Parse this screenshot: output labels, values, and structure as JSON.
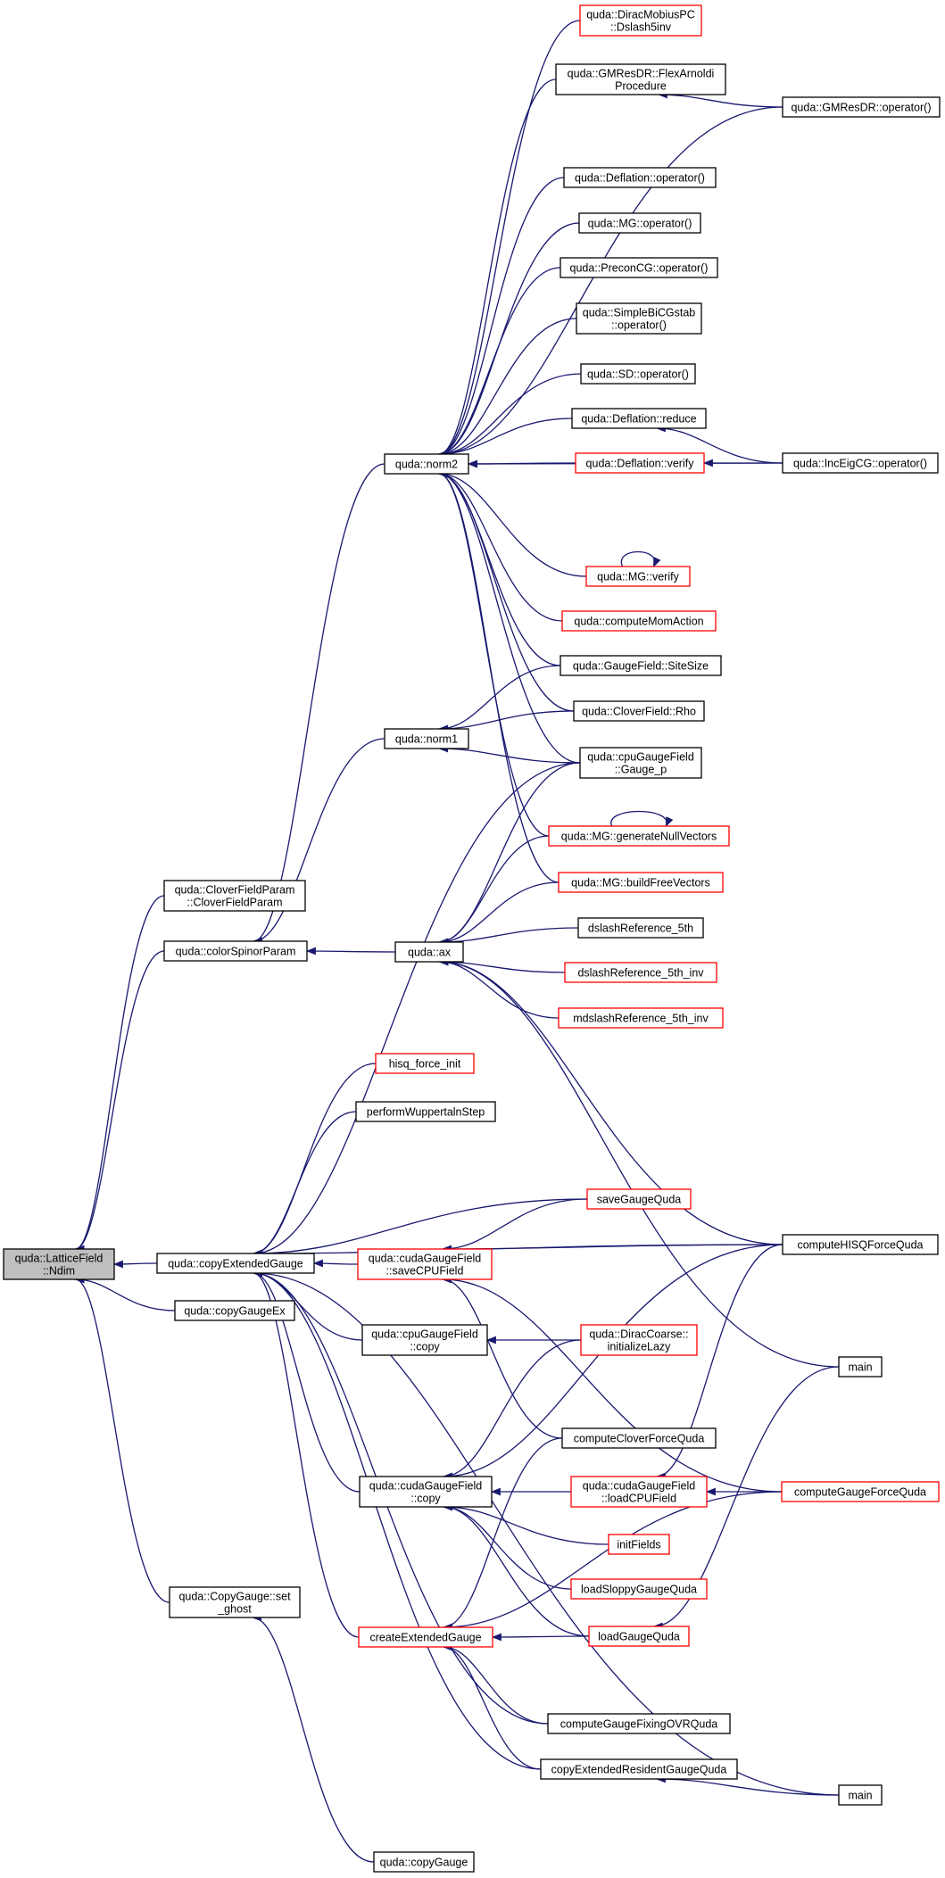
{
  "colors": {
    "edge": "#191970",
    "node_border": "#000000",
    "link_node_border": "#ff0000",
    "root_fill": "#bfbfbf",
    "node_fill": "#ffffff"
  },
  "nodes": [
    {
      "id": "root",
      "lines": [
        "quda::LatticeField",
        "::Ndim"
      ],
      "style": "root"
    },
    {
      "id": "copyExtendedGauge",
      "lines": [
        "quda::copyExtendedGauge"
      ],
      "style": "normal"
    },
    {
      "id": "copyGaugeEx",
      "lines": [
        "quda::copyGaugeEx"
      ],
      "style": "normal"
    },
    {
      "id": "cloverFieldParam",
      "lines": [
        "quda::CloverFieldParam",
        "::CloverFieldParam"
      ],
      "style": "normal"
    },
    {
      "id": "colorSpinorParam",
      "lines": [
        "quda::colorSpinorParam"
      ],
      "style": "normal"
    },
    {
      "id": "copyGaugeSetGhost",
      "lines": [
        "quda::CopyGauge::set",
        "_ghost"
      ],
      "style": "normal"
    },
    {
      "id": "copyGauge",
      "lines": [
        "quda::copyGauge"
      ],
      "style": "normal"
    },
    {
      "id": "norm2",
      "lines": [
        "quda::norm2"
      ],
      "style": "normal"
    },
    {
      "id": "norm1",
      "lines": [
        "quda::norm1"
      ],
      "style": "normal"
    },
    {
      "id": "ax",
      "lines": [
        "quda::ax"
      ],
      "style": "normal"
    },
    {
      "id": "diracMobiusDslash5inv",
      "lines": [
        "quda::DiracMobiusPC",
        "::Dslash5inv"
      ],
      "style": "link"
    },
    {
      "id": "gmresFlexArnoldi",
      "lines": [
        "quda::GMResDR::FlexArnoldi",
        "Procedure"
      ],
      "style": "normal"
    },
    {
      "id": "gmresOperator",
      "lines": [
        "quda::GMResDR::operator()"
      ],
      "style": "normal"
    },
    {
      "id": "deflationOperator",
      "lines": [
        "quda::Deflation::operator()"
      ],
      "style": "normal"
    },
    {
      "id": "mgOperator",
      "lines": [
        "quda::MG::operator()"
      ],
      "style": "normal"
    },
    {
      "id": "preconCGOperator",
      "lines": [
        "quda::PreconCG::operator()"
      ],
      "style": "normal"
    },
    {
      "id": "simpleBiCGstab",
      "lines": [
        "quda::SimpleBiCGstab",
        "::operator()"
      ],
      "style": "normal"
    },
    {
      "id": "sdOperator",
      "lines": [
        "quda::SD::operator()"
      ],
      "style": "normal"
    },
    {
      "id": "deflationReduce",
      "lines": [
        "quda::Deflation::reduce"
      ],
      "style": "normal"
    },
    {
      "id": "deflationVerify",
      "lines": [
        "quda::Deflation::verify"
      ],
      "style": "link"
    },
    {
      "id": "incEigCG",
      "lines": [
        "quda::IncEigCG::operator()"
      ],
      "style": "normal"
    },
    {
      "id": "mgVerify",
      "lines": [
        "quda::MG::verify"
      ],
      "style": "link"
    },
    {
      "id": "computeMomAction",
      "lines": [
        "quda::computeMomAction"
      ],
      "style": "link"
    },
    {
      "id": "gaugeFieldSiteSize",
      "lines": [
        "quda::GaugeField::SiteSize"
      ],
      "style": "normal"
    },
    {
      "id": "cloverFieldRho",
      "lines": [
        "quda::CloverField::Rho"
      ],
      "style": "normal"
    },
    {
      "id": "cpuGaugeFieldGaugeP",
      "lines": [
        "quda::cpuGaugeField",
        "::Gauge_p"
      ],
      "style": "normal"
    },
    {
      "id": "mgGenerateNullVectors",
      "lines": [
        "quda::MG::generateNullVectors"
      ],
      "style": "link"
    },
    {
      "id": "mgBuildFreeVectors",
      "lines": [
        "quda::MG::buildFreeVectors"
      ],
      "style": "link"
    },
    {
      "id": "dslashReference5th",
      "lines": [
        "dslashReference_5th"
      ],
      "style": "normal"
    },
    {
      "id": "dslashReference5thInv",
      "lines": [
        "dslashReference_5th_inv"
      ],
      "style": "link"
    },
    {
      "id": "mdslashReference5thInv",
      "lines": [
        "mdslashReference_5th_inv"
      ],
      "style": "link"
    },
    {
      "id": "hisqForceInit",
      "lines": [
        "hisq_force_init"
      ],
      "style": "link"
    },
    {
      "id": "performWuppertalnStep",
      "lines": [
        "performWuppertalnStep"
      ],
      "style": "normal"
    },
    {
      "id": "saveGaugeQuda",
      "lines": [
        "saveGaugeQuda"
      ],
      "style": "link"
    },
    {
      "id": "computeHISQForceQuda",
      "lines": [
        "computeHISQForceQuda"
      ],
      "style": "normal"
    },
    {
      "id": "cudaGaugeFieldSaveCPU",
      "lines": [
        "quda::cudaGaugeField",
        "::saveCPUField"
      ],
      "style": "link"
    },
    {
      "id": "cpuGaugeFieldCopy",
      "lines": [
        "quda::cpuGaugeField",
        "::copy"
      ],
      "style": "normal"
    },
    {
      "id": "diracCoarseInitLazy",
      "lines": [
        "quda::DiracCoarse::",
        "initializeLazy"
      ],
      "style": "link"
    },
    {
      "id": "main1",
      "lines": [
        "main"
      ],
      "style": "normal"
    },
    {
      "id": "computeCloverForceQuda",
      "lines": [
        "computeCloverForceQuda"
      ],
      "style": "normal"
    },
    {
      "id": "cudaGaugeFieldCopy",
      "lines": [
        "quda::cudaGaugeField",
        "::copy"
      ],
      "style": "normal"
    },
    {
      "id": "cudaGaugeFieldLoadCPU",
      "lines": [
        "quda::cudaGaugeField",
        "::loadCPUField"
      ],
      "style": "link"
    },
    {
      "id": "computeGaugeForceQuda",
      "lines": [
        "computeGaugeForceQuda"
      ],
      "style": "link"
    },
    {
      "id": "initFields",
      "lines": [
        "initFields"
      ],
      "style": "link"
    },
    {
      "id": "loadSloppyGaugeQuda",
      "lines": [
        "loadSloppyGaugeQuda"
      ],
      "style": "link"
    },
    {
      "id": "createExtendedGauge",
      "lines": [
        "createExtendedGauge"
      ],
      "style": "link"
    },
    {
      "id": "loadGaugeQuda",
      "lines": [
        "loadGaugeQuda"
      ],
      "style": "link"
    },
    {
      "id": "computeGaugeFixingOVRQuda",
      "lines": [
        "computeGaugeFixingOVRQuda"
      ],
      "style": "normal"
    },
    {
      "id": "copyExtendedResidentGaugeQuda",
      "lines": [
        "copyExtendedResidentGaugeQuda"
      ],
      "style": "normal"
    },
    {
      "id": "main2",
      "lines": [
        "main"
      ],
      "style": "normal"
    }
  ],
  "edges": [
    [
      "copyExtendedGauge",
      "root"
    ],
    [
      "copyGaugeEx",
      "root"
    ],
    [
      "cloverFieldParam",
      "root"
    ],
    [
      "colorSpinorParam",
      "root"
    ],
    [
      "copyGaugeSetGhost",
      "root"
    ],
    [
      "copyGauge",
      "copyGaugeSetGhost"
    ],
    [
      "norm2",
      "colorSpinorParam"
    ],
    [
      "norm1",
      "colorSpinorParam"
    ],
    [
      "ax",
      "colorSpinorParam"
    ],
    [
      "cpuGaugeFieldGaugeP",
      "copyExtendedGauge"
    ],
    [
      "hisqForceInit",
      "copyExtendedGauge"
    ],
    [
      "performWuppertalnStep",
      "copyExtendedGauge"
    ],
    [
      "computeHISQForceQuda",
      "copyExtendedGauge"
    ],
    [
      "saveGaugeQuda",
      "copyExtendedGauge"
    ],
    [
      "cudaGaugeFieldSaveCPU",
      "copyExtendedGauge"
    ],
    [
      "cpuGaugeFieldCopy",
      "copyExtendedGauge"
    ],
    [
      "cudaGaugeFieldCopy",
      "copyExtendedGauge"
    ],
    [
      "createExtendedGauge",
      "copyExtendedGauge"
    ],
    [
      "computeGaugeFixingOVRQuda",
      "copyExtendedGauge"
    ],
    [
      "copyExtendedResidentGaugeQuda",
      "copyExtendedGauge"
    ],
    [
      "main2",
      "copyExtendedGauge"
    ],
    [
      "diracMobiusDslash5inv",
      "norm2"
    ],
    [
      "gmresFlexArnoldi",
      "norm2"
    ],
    [
      "gmresOperator",
      "norm2"
    ],
    [
      "deflationOperator",
      "norm2"
    ],
    [
      "mgOperator",
      "norm2"
    ],
    [
      "preconCGOperator",
      "norm2"
    ],
    [
      "simpleBiCGstab",
      "norm2"
    ],
    [
      "sdOperator",
      "norm2"
    ],
    [
      "deflationReduce",
      "norm2"
    ],
    [
      "deflationVerify",
      "norm2"
    ],
    [
      "incEigCG",
      "norm2"
    ],
    [
      "mgVerify",
      "norm2"
    ],
    [
      "computeMomAction",
      "norm2"
    ],
    [
      "gaugeFieldSiteSize",
      "norm2"
    ],
    [
      "cloverFieldRho",
      "norm2"
    ],
    [
      "cpuGaugeFieldGaugeP",
      "norm2"
    ],
    [
      "mgGenerateNullVectors",
      "norm2"
    ],
    [
      "mgBuildFreeVectors",
      "norm2"
    ],
    [
      "gmresOperator",
      "gmresFlexArnoldi"
    ],
    [
      "incEigCG",
      "deflationReduce"
    ],
    [
      "incEigCG",
      "deflationVerify"
    ],
    [
      "mgVerify",
      "mgVerify"
    ],
    [
      "mgGenerateNullVectors",
      "mgGenerateNullVectors"
    ],
    [
      "gaugeFieldSiteSize",
      "norm1"
    ],
    [
      "cloverFieldRho",
      "norm1"
    ],
    [
      "cpuGaugeFieldGaugeP",
      "norm1"
    ],
    [
      "cpuGaugeFieldGaugeP",
      "ax"
    ],
    [
      "mgGenerateNullVectors",
      "ax"
    ],
    [
      "mgBuildFreeVectors",
      "ax"
    ],
    [
      "dslashReference5th",
      "ax"
    ],
    [
      "dslashReference5thInv",
      "ax"
    ],
    [
      "mdslashReference5thInv",
      "ax"
    ],
    [
      "computeHISQForceQuda",
      "ax"
    ],
    [
      "main1",
      "ax"
    ],
    [
      "saveGaugeQuda",
      "cudaGaugeFieldSaveCPU"
    ],
    [
      "computeHISQForceQuda",
      "cudaGaugeFieldSaveCPU"
    ],
    [
      "computeCloverForceQuda",
      "cudaGaugeFieldSaveCPU"
    ],
    [
      "computeGaugeForceQuda",
      "cudaGaugeFieldSaveCPU"
    ],
    [
      "diracCoarseInitLazy",
      "cpuGaugeFieldCopy"
    ],
    [
      "diracCoarseInitLazy",
      "cudaGaugeFieldCopy"
    ],
    [
      "computeHISQForceQuda",
      "cudaGaugeFieldCopy"
    ],
    [
      "cudaGaugeFieldLoadCPU",
      "cudaGaugeFieldCopy"
    ],
    [
      "initFields",
      "cudaGaugeFieldCopy"
    ],
    [
      "loadSloppyGaugeQuda",
      "cudaGaugeFieldCopy"
    ],
    [
      "loadGaugeQuda",
      "cudaGaugeFieldCopy"
    ],
    [
      "computeHISQForceQuda",
      "cudaGaugeFieldLoadCPU"
    ],
    [
      "computeGaugeForceQuda",
      "cudaGaugeFieldLoadCPU"
    ],
    [
      "main1",
      "loadGaugeQuda"
    ],
    [
      "computeCloverForceQuda",
      "createExtendedGauge"
    ],
    [
      "loadGaugeQuda",
      "createExtendedGauge"
    ],
    [
      "computeGaugeForceQuda",
      "createExtendedGauge"
    ],
    [
      "computeGaugeFixingOVRQuda",
      "createExtendedGauge"
    ],
    [
      "copyExtendedResidentGaugeQuda",
      "createExtendedGauge"
    ],
    [
      "main2",
      "copyExtendedResidentGaugeQuda"
    ]
  ]
}
